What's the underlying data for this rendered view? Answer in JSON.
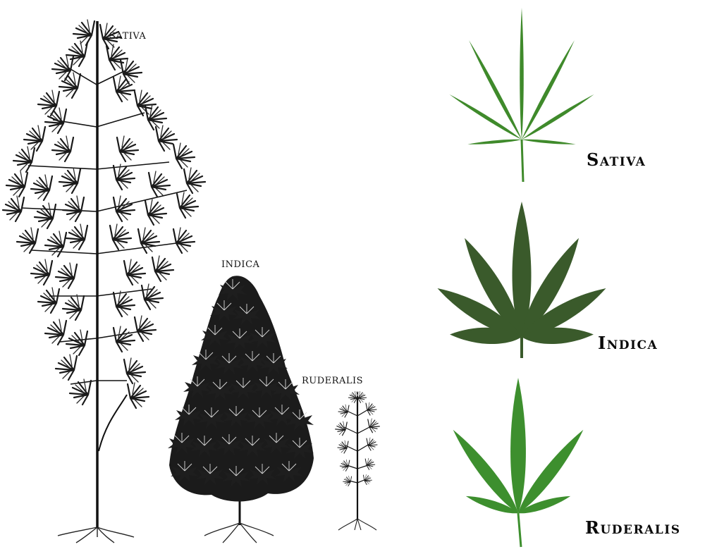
{
  "plants": {
    "sativa": {
      "label": "SATIVA"
    },
    "indica": {
      "label": "INDICA"
    },
    "ruderalis": {
      "label": "RUDERALIS"
    }
  },
  "leaves": {
    "sativa": {
      "label": "Sativa",
      "color": "#3f8a2b"
    },
    "indica": {
      "label": "Indica",
      "color": "#3a5a2b"
    },
    "ruderalis": {
      "label": "Ruderalis",
      "color": "#3d8f2e"
    }
  },
  "colors": {
    "ink": "#111111",
    "background": "#ffffff"
  },
  "icons": {
    "sativa_plant": "tall-tree-sketch",
    "indica_plant": "bushy-plant-sketch",
    "ruderalis_plant": "small-plant-sketch",
    "sativa_leaf": "narrow-leaf-icon",
    "indica_leaf": "broad-leaf-icon",
    "ruderalis_leaf": "three-to-five-leaf-icon"
  }
}
